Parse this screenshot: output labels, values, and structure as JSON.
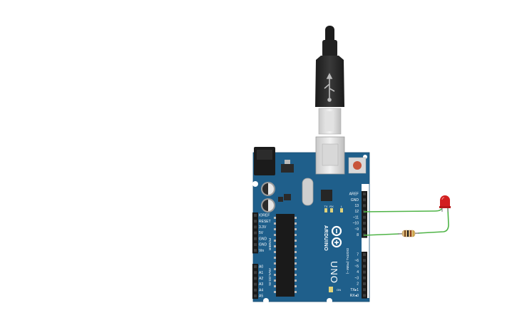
{
  "board": {
    "logo_text": "ARDUINO",
    "model_text": "UNO",
    "on_label": "ON",
    "tx_label": "TX",
    "rx_label": "RX",
    "l_label": "L",
    "power_header": "POWER",
    "analog_header": "ANALOG IN",
    "digital_header": "DIGITAL (PWM ~)",
    "power_pins": [
      "IOREF",
      "RESET",
      "3.3V",
      "5V",
      "GND",
      "GND",
      "Vin"
    ],
    "analog_pins": [
      "A0",
      "A1",
      "A2",
      "A3",
      "A4",
      "A5"
    ],
    "digital_upper": [
      "AREF",
      "GND",
      "13",
      "12",
      "~11",
      "~10",
      "~9",
      "8"
    ],
    "digital_lower": [
      "7",
      "~6",
      "~5",
      "4",
      "~3",
      "2",
      "TX▸1",
      "RX◂0"
    ]
  },
  "components": {
    "led_color": "#d21f1f",
    "wire_color": "#4fb447",
    "board_color": "#1f5f8b"
  }
}
